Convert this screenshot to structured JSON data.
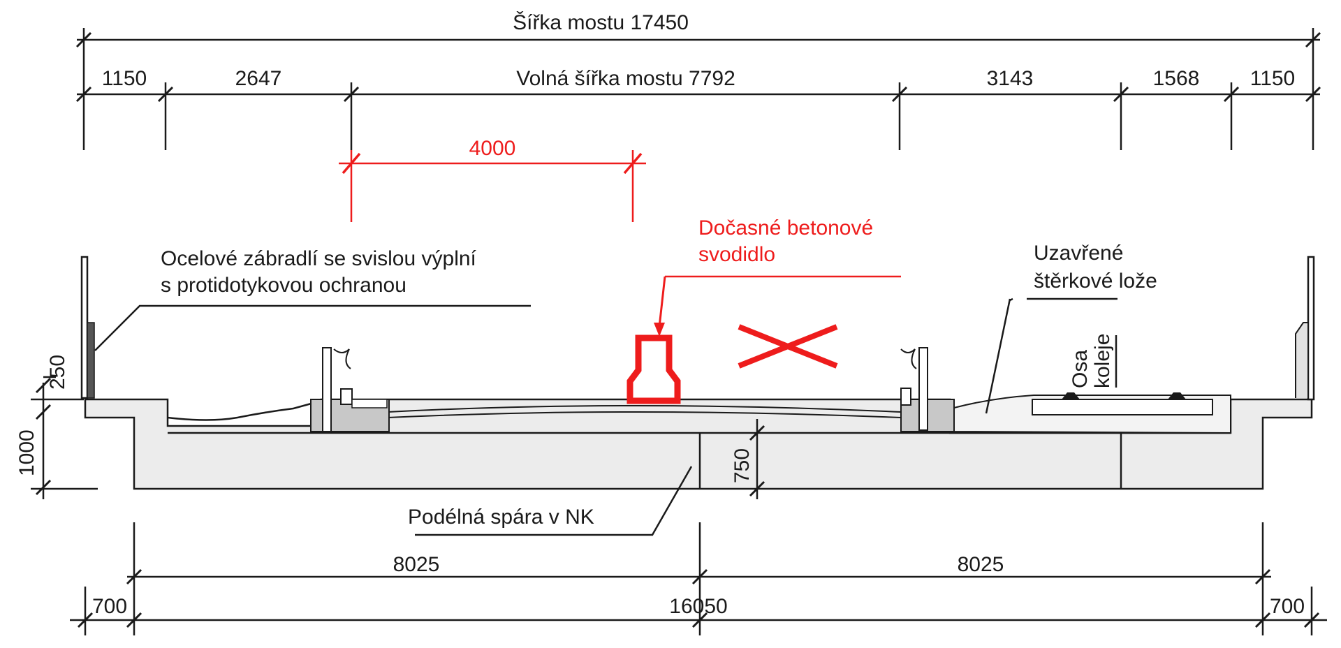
{
  "dimensions_top": {
    "total": "Šířka mostu 17450",
    "left_cornice": "1150",
    "left_walkway": "2647",
    "free_width": "Volná šířka mostu 7792",
    "right_section": "3143",
    "right_walkway": "1568",
    "right_cornice": "1150"
  },
  "dimension_barrier": "4000",
  "labels": {
    "railing_line1": "Ocelové zábradlí se svislou výplní",
    "railing_line2": "s protidotykovou ochranou",
    "barrier_line1": "Dočasné betonové",
    "barrier_line2": "svodidlo",
    "ballast_line1": "Uzavřené",
    "ballast_line2": "štěrkové lože",
    "track_axis_line1": "Osa",
    "track_axis_line2": "koleje",
    "joint": "Podélná spára v NK"
  },
  "dimensions_side": {
    "curb": "250",
    "height": "1000",
    "slab": "750"
  },
  "dimensions_bottom": {
    "left_half": "8025",
    "right_half": "8025",
    "left_overhang": "700",
    "total": "16050",
    "right_overhang": "700"
  },
  "colors": {
    "line": "#1a1a1a",
    "highlight": "#ee1c1c",
    "concrete": "#ececec"
  }
}
